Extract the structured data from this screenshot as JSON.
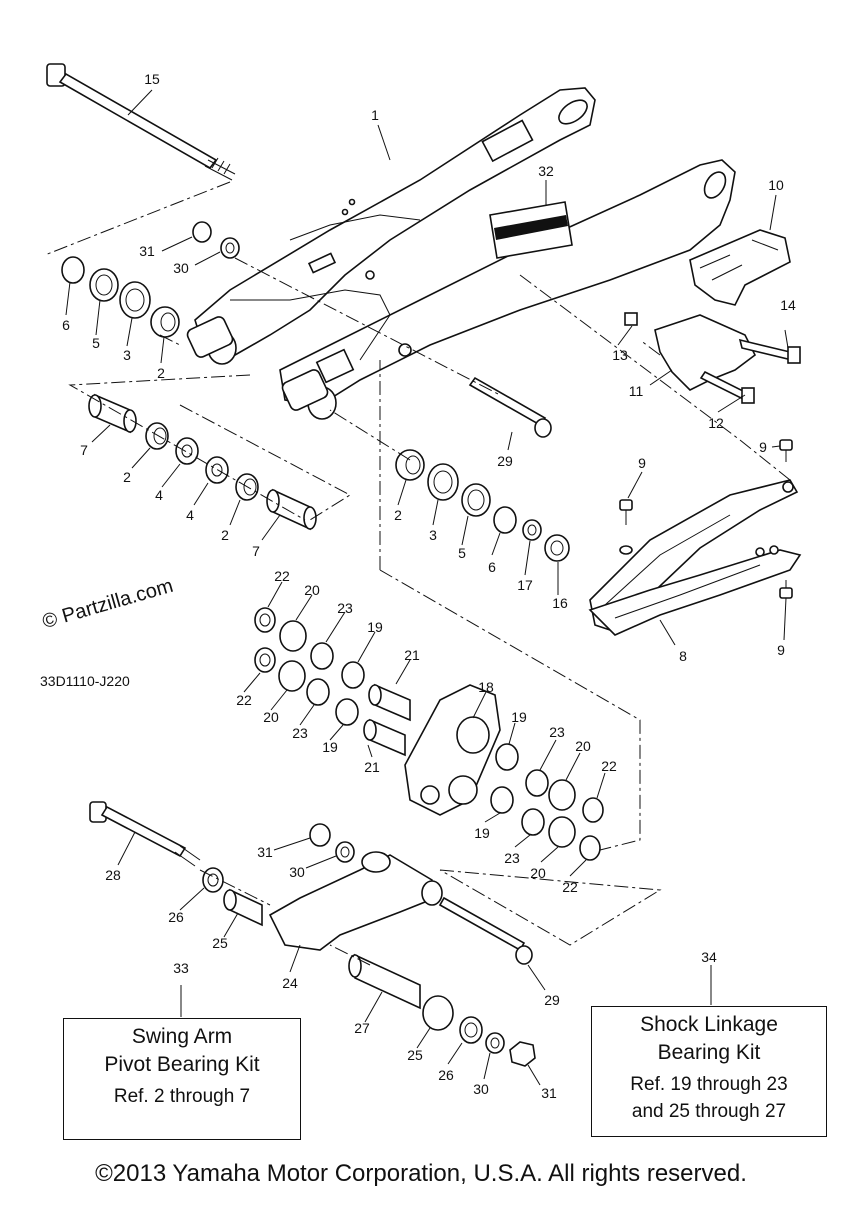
{
  "callouts": [
    {
      "n": "15"
    },
    {
      "n": "1"
    },
    {
      "n": "32"
    },
    {
      "n": "10"
    },
    {
      "n": "31"
    },
    {
      "n": "30"
    },
    {
      "n": "6"
    },
    {
      "n": "5"
    },
    {
      "n": "3"
    },
    {
      "n": "2"
    },
    {
      "n": "14"
    },
    {
      "n": "13"
    },
    {
      "n": "11"
    },
    {
      "n": "12"
    },
    {
      "n": "7"
    },
    {
      "n": "2"
    },
    {
      "n": "4"
    },
    {
      "n": "4"
    },
    {
      "n": "2"
    },
    {
      "n": "7"
    },
    {
      "n": "29"
    },
    {
      "n": "9"
    },
    {
      "n": "9"
    },
    {
      "n": "2"
    },
    {
      "n": "3"
    },
    {
      "n": "5"
    },
    {
      "n": "6"
    },
    {
      "n": "17"
    },
    {
      "n": "16"
    },
    {
      "n": "8"
    },
    {
      "n": "9"
    },
    {
      "n": "22"
    },
    {
      "n": "20"
    },
    {
      "n": "23"
    },
    {
      "n": "19"
    },
    {
      "n": "21"
    },
    {
      "n": "18"
    },
    {
      "n": "22"
    },
    {
      "n": "20"
    },
    {
      "n": "23"
    },
    {
      "n": "19"
    },
    {
      "n": "21"
    },
    {
      "n": "19"
    },
    {
      "n": "23"
    },
    {
      "n": "20"
    },
    {
      "n": "22"
    },
    {
      "n": "19"
    },
    {
      "n": "23"
    },
    {
      "n": "20"
    },
    {
      "n": "22"
    },
    {
      "n": "28"
    },
    {
      "n": "31"
    },
    {
      "n": "30"
    },
    {
      "n": "26"
    },
    {
      "n": "25"
    },
    {
      "n": "24"
    },
    {
      "n": "29"
    },
    {
      "n": "27"
    },
    {
      "n": "25"
    },
    {
      "n": "26"
    },
    {
      "n": "30"
    },
    {
      "n": "31"
    },
    {
      "n": "33"
    },
    {
      "n": "34"
    }
  ],
  "watermark": "© Partzilla.com",
  "diagram_code": "33D1110-J220",
  "kit_swing_arm": {
    "line1": "Swing Arm",
    "line2": "Pivot Bearing Kit",
    "line3": "Ref. 2 through 7"
  },
  "kit_shock_linkage": {
    "line1": "Shock Linkage",
    "line2": "Bearing Kit",
    "line3": "Ref. 19 through 23",
    "line4": "and 25 through 27"
  },
  "copyright": "©2013 Yamaha Motor Corporation, U.S.A. All rights reserved."
}
